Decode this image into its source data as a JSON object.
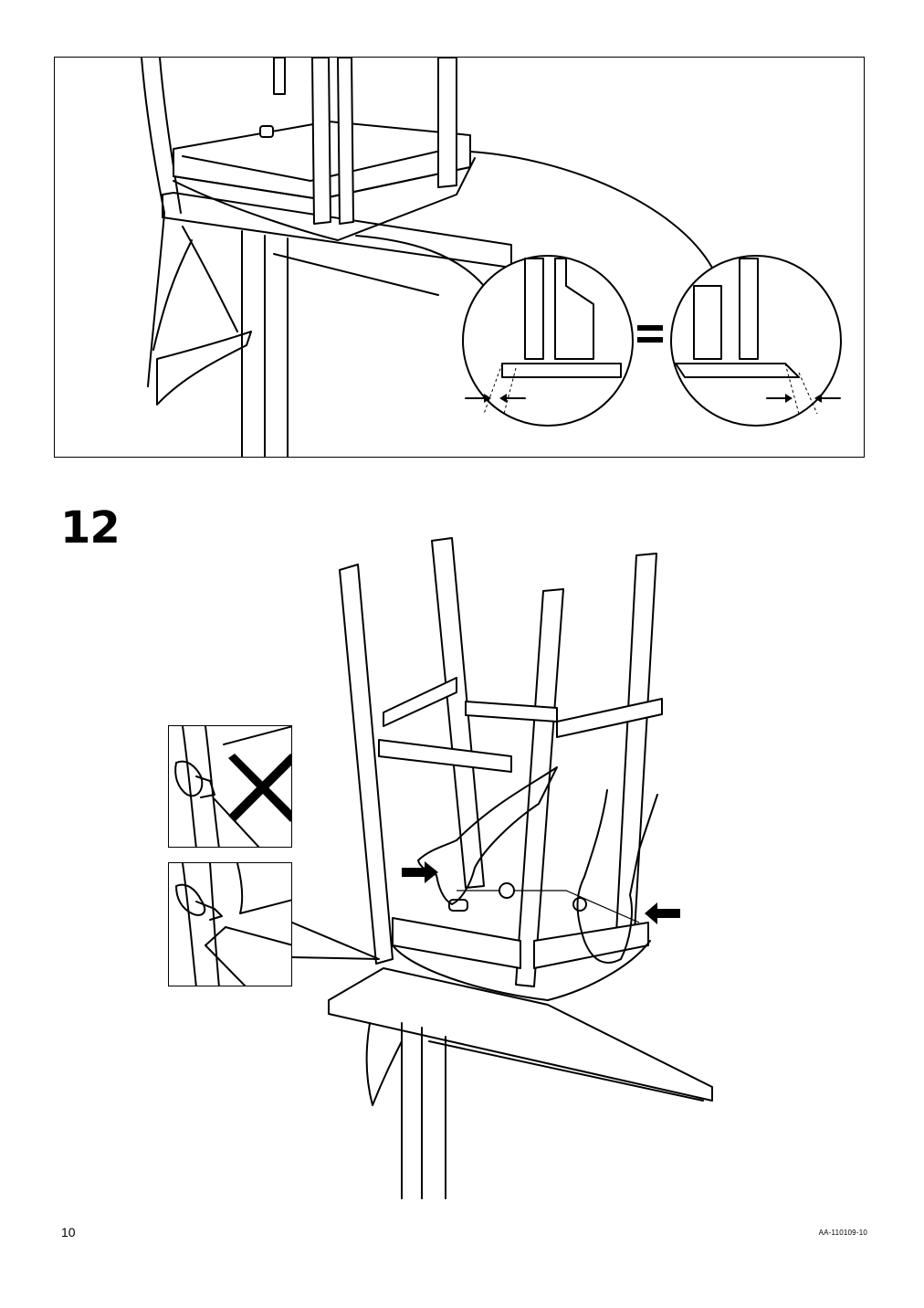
{
  "step": {
    "number": "12"
  },
  "footer": {
    "page_number": "10",
    "document_code": "AA-110109-10"
  },
  "insets": {
    "wrong": {
      "icon": "cross-mark-icon"
    },
    "right": {
      "icon": "correct-grip-icon"
    }
  },
  "detail": {
    "symbol": "equals-sign"
  },
  "colors": {
    "line": "#000000",
    "background": "#ffffff"
  }
}
